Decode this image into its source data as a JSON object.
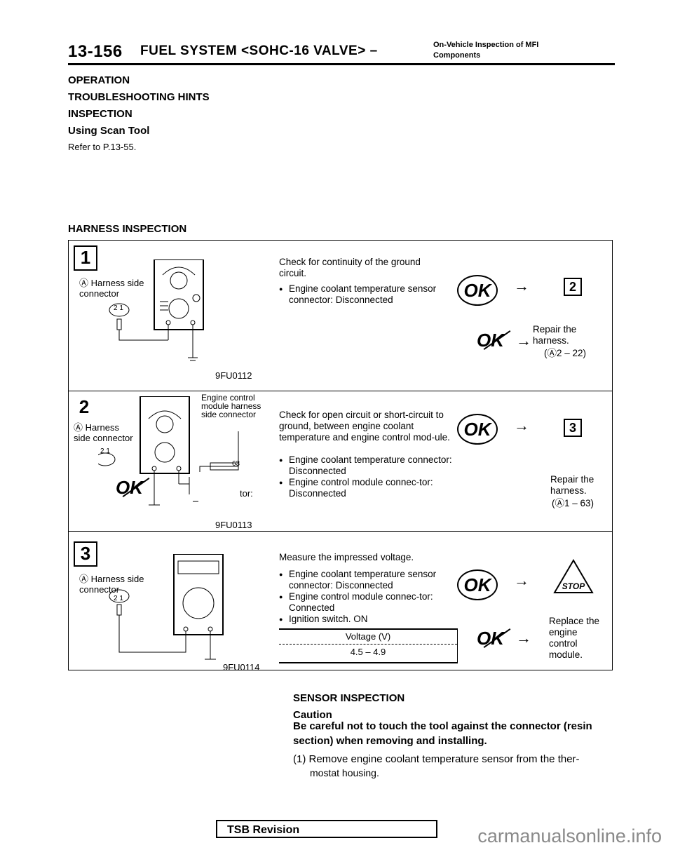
{
  "header": {
    "page_number": "13-156",
    "title": "FUEL SYSTEM <SOHC-16 VALVE> –",
    "subtitle_line1": "On-Vehicle Inspection of MFI",
    "subtitle_line2": "Components"
  },
  "sections": {
    "operation": "OPERATION",
    "troubleshooting": "TROUBLESHOOTING HINTS",
    "inspection": "INSPECTION",
    "scan_tool": "Using Scan Tool",
    "refer": "Refer to P.13-55.",
    "harness_inspection": "HARNESS INSPECTION"
  },
  "steps": [
    {
      "number": "1",
      "diagram_label": "Ⓐ Harness side connector",
      "connector_pins": "2 1",
      "figure_id": "9FU0112",
      "text": "Check for continuity of the ground circuit.",
      "items": [
        "Engine coolant temperature sensor connector: Disconnected"
      ],
      "ok": "OK",
      "ok_next": "2",
      "ng": "OK",
      "ng_action": "Repair the harness.",
      "ng_ref": "(Ⓐ2 – 22)"
    },
    {
      "number": "2",
      "diagram_label": "Ⓐ Harness side connector",
      "diagram_label2": "Engine control module harness side connector",
      "connector_pins": "2 1",
      "connector_pin2": "63",
      "figure_id": "9FU0113",
      "text": "Check for open circuit or short-circuit to ground, between engine coolant temperature and engine control mod-ule.",
      "items": [
        "Engine coolant temperature connector: Disconnected",
        "Engine control module connec-tor: Disconnected"
      ],
      "ok": "OK",
      "ok_next": "3",
      "ng": "OK",
      "ng_action": "Repair the harness.",
      "ng_ref": "(Ⓐ1 – 63)",
      "fragment_tor": "tor:"
    },
    {
      "number": "3",
      "diagram_label": "Ⓐ Harness side connector",
      "connector_pins": "2 1",
      "figure_id": "9FU0114",
      "text": "Measure the impressed voltage.",
      "items": [
        "Engine coolant temperature sensor connector: Disconnected",
        "Engine control module connec-tor: Connected",
        "Ignition switch. ON"
      ],
      "table_header": "Voltage (V)",
      "table_value": "4.5 – 4.9",
      "ok": "OK",
      "ok_next": "STOP",
      "ng": "OK",
      "ng_action": "Replace the engine control module."
    }
  ],
  "sensor": {
    "title": "SENSOR INSPECTION",
    "caution_label": "Caution",
    "caution_text": "Be careful not to touch the tool against the connector (resin section) when removing and installing.",
    "step1": "(1) Remove engine coolant temperature sensor from the ther-",
    "step1b": "mostat housing."
  },
  "footer": {
    "tsb": "TSB Revision",
    "watermark": "carmanualsonline.info"
  }
}
